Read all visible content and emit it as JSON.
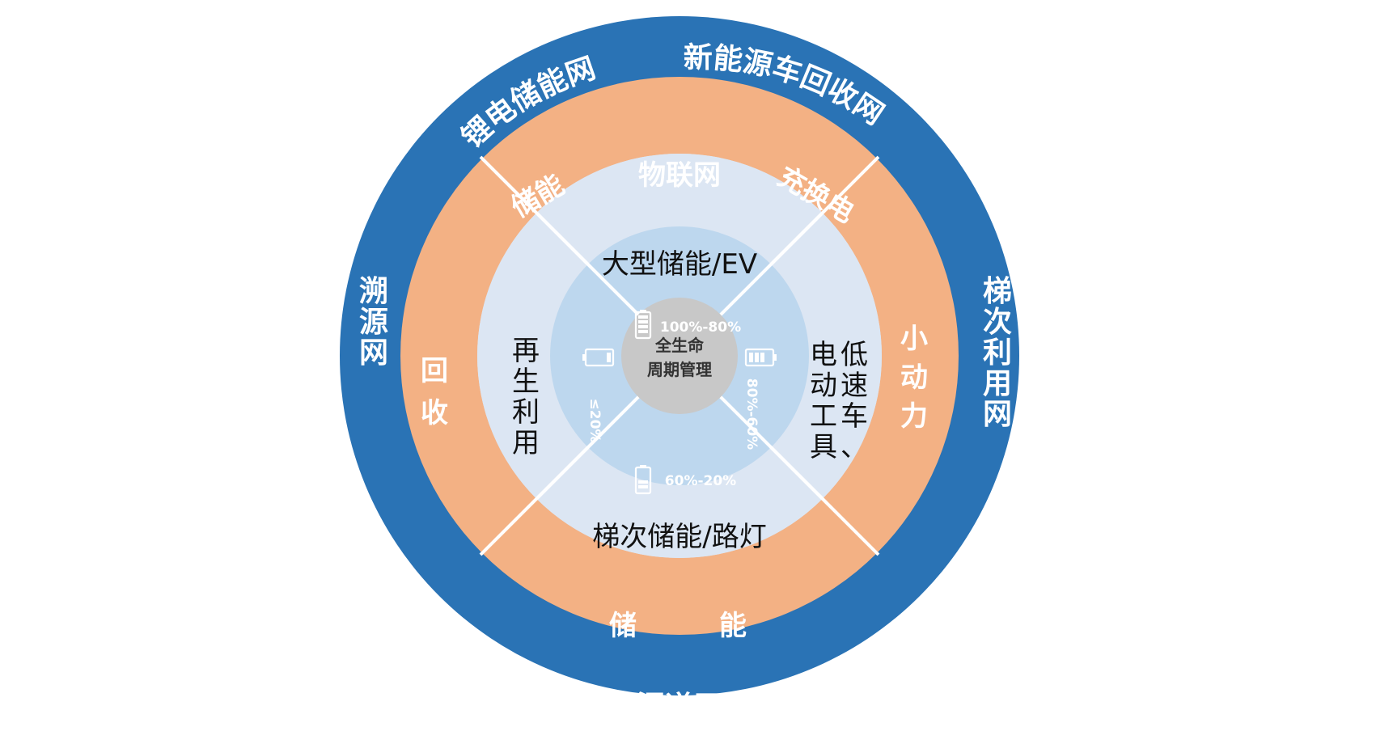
{
  "colors": {
    "outer_ring": "#2a73b5",
    "middle_ring": "#f3b184",
    "inner_ring": "#dce6f3",
    "core_ring": "#bdd7ee",
    "center": "#c8c8c8",
    "divider": "#ffffff"
  },
  "outer_ring": {
    "top_left": "锂电储能网",
    "top_right": "新能源车回收网",
    "left": "溯源网",
    "right": "梯次利用网",
    "bottom": "渠道网"
  },
  "middle_ring": {
    "top_left": "储能",
    "top": "物联网",
    "top_right": "充换电",
    "left": "回收",
    "right": "小动力",
    "bottom_left": "储",
    "bottom_right": "能"
  },
  "inner_ring": {
    "top": "大型储能/EV",
    "left": "再生利用",
    "right_col1": "低速车、",
    "right_col2": "电动工具",
    "bottom": "梯次储能/路灯"
  },
  "core_ring": {
    "top": "100%-80%",
    "right": "80%-60%",
    "bottom": "60%-20%",
    "left": "≤20%"
  },
  "icons": {
    "top": "battery-full-icon",
    "right": "battery-high-icon",
    "bottom": "battery-medium-icon",
    "left": "battery-low-icon"
  },
  "center": {
    "line1": "全生命",
    "line2": "周期管理"
  }
}
